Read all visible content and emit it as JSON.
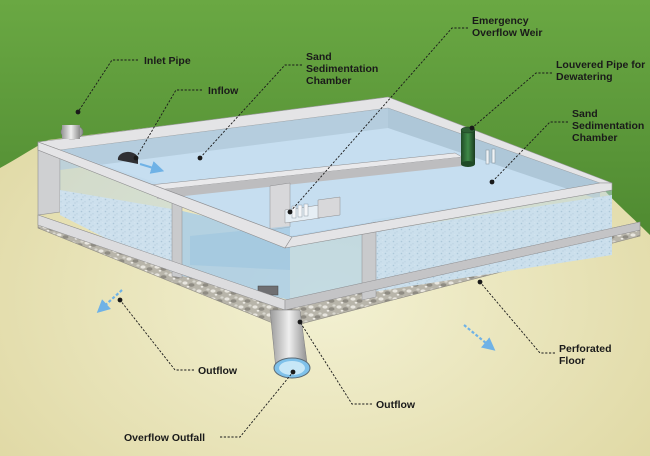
{
  "labels": {
    "inlet_pipe": "Inlet Pipe",
    "inflow": "Inflow",
    "sand_sedimentation_chamber_left": [
      "Sand",
      "Sedimentation",
      "Chamber"
    ],
    "emergency_overflow_weir": [
      "Emergency",
      "Overflow Weir"
    ],
    "louvered_pipe": [
      "Louvered Pipe for",
      "Dewatering"
    ],
    "sand_sedimentation_chamber_right": [
      "Sand",
      "Sedimentation",
      "Chamber"
    ],
    "outflow_left": "Outflow",
    "outflow_right": "Outflow",
    "perforated_floor": [
      "Perforated",
      "Floor"
    ],
    "overflow_outfall": "Overflow Outfall"
  },
  "colors": {
    "grass": "#5f9d3c",
    "ground": "#e7e3b3",
    "concrete": "#d2d2d4",
    "water": "#bcd8ea",
    "sand": "#d9e6ee",
    "gravel": "#a9a69c",
    "flow_arrow": "#6fb2e6"
  }
}
